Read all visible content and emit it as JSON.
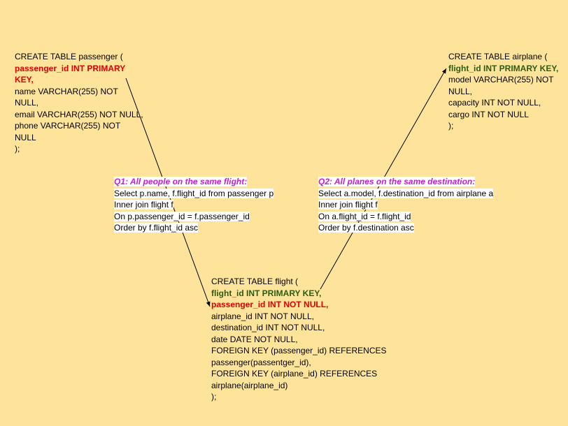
{
  "passenger": {
    "lines": [
      "CREATE TABLE passenger (",
      "passenger_id INT PRIMARY",
      "KEY,",
      "name VARCHAR(255) NOT",
      "NULL,",
      "email VARCHAR(255) NOT NULL,",
      "phone VARCHAR(255) NOT",
      "NULL",
      ");"
    ]
  },
  "airplane": {
    "lines": [
      "CREATE TABLE airplane (",
      "flight_id INT PRIMARY KEY,",
      "model VARCHAR(255) NOT",
      "NULL,",
      "capacity INT NOT NULL,",
      "cargo INT NOT NULL",
      ");"
    ]
  },
  "q1": {
    "title": "Q1: All people on the same flight:",
    "lines": [
      "Select p.name, f.flight_id from passenger p",
      "Inner join flight f",
      "On p.passenger_id = f.passenger_id",
      "Order by f.flight_id asc"
    ]
  },
  "q2": {
    "title": "Q2: All planes on the same destination:",
    "lines": [
      "Select a.model, f.destination_id from airplane a",
      "Inner join flight f",
      "On a.flight_id = f.flight_id",
      "Order by f.destination asc"
    ]
  },
  "flight": {
    "lines": [
      "CREATE TABLE flight (",
      "flight_id INT PRIMARY KEY,",
      "passenger_id INT NOT NULL,",
      "airplane_id INT NOT NULL,",
      "destination_id INT NOT NULL,",
      "date DATE NOT NULL,",
      "FOREIGN KEY (passenger_id) REFERENCES",
      "passenger(passentger_id),",
      "FOREIGN KEY (airplane_id) REFERENCES",
      "airplane(airplane_id)",
      ");"
    ]
  },
  "colors": {
    "background": "#fde49a",
    "primary_key_red": "#e00000",
    "primary_key_green": "#2e5b14",
    "query_title": "#c020d8"
  }
}
